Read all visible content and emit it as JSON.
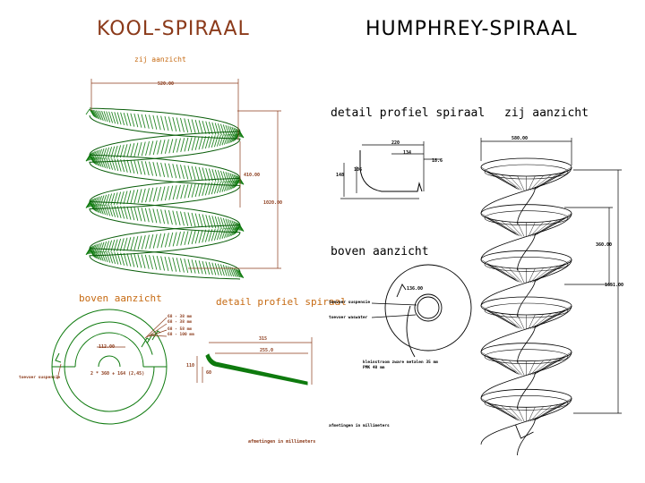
{
  "kool": {
    "title": "KOOL-SPIRAAL",
    "side_view": "zij aanzicht",
    "top_view": "boven aanzicht",
    "profile_detail": "detail profiel spiraal",
    "dims": {
      "width": "520.00",
      "pitch": "410.00",
      "height": "1020.00",
      "inner": "112.00",
      "formula": "2 * 360 + 164 (2,45)",
      "prof_total": "315",
      "prof_inner": "255.0",
      "prof_height": "110",
      "prof_small": "60"
    },
    "legend": [
      "68 - 38 mm",
      "68 - 38 mm",
      "68 - 58 mm",
      "68 - 100 mm"
    ],
    "notes": {
      "suspension": "toevoer suspensie",
      "units": "afmetingen in millimeters"
    },
    "colors": {
      "fill": "#0e7a0e",
      "title": "#8b3a1a",
      "label": "#c66a12",
      "dim": "#8b3a1a"
    }
  },
  "humphrey": {
    "title": "HUMPHREY-SPIRAAL",
    "side_view": "zij aanzicht",
    "top_view": "boven aanzicht",
    "profile_detail": "detail profiel spiraal",
    "dims": {
      "width": "580.00",
      "pitch": "360.00",
      "height": "1651.00",
      "prof_total": "220",
      "prof_mid": "134",
      "prof_lip": "18.6",
      "prof_h1": "148",
      "prof_h2": "106",
      "top_r": "136.00"
    },
    "notes": {
      "suspension": "toevoer suspensie",
      "water": "toevoer waswater",
      "flows_1": "kleinstroom zware metalen    35 mm",
      "flows_2": "PMK                                  40 mm",
      "units": "afmetingen in millimeters"
    },
    "colors": {
      "line": "#000000",
      "title": "#000000"
    }
  }
}
